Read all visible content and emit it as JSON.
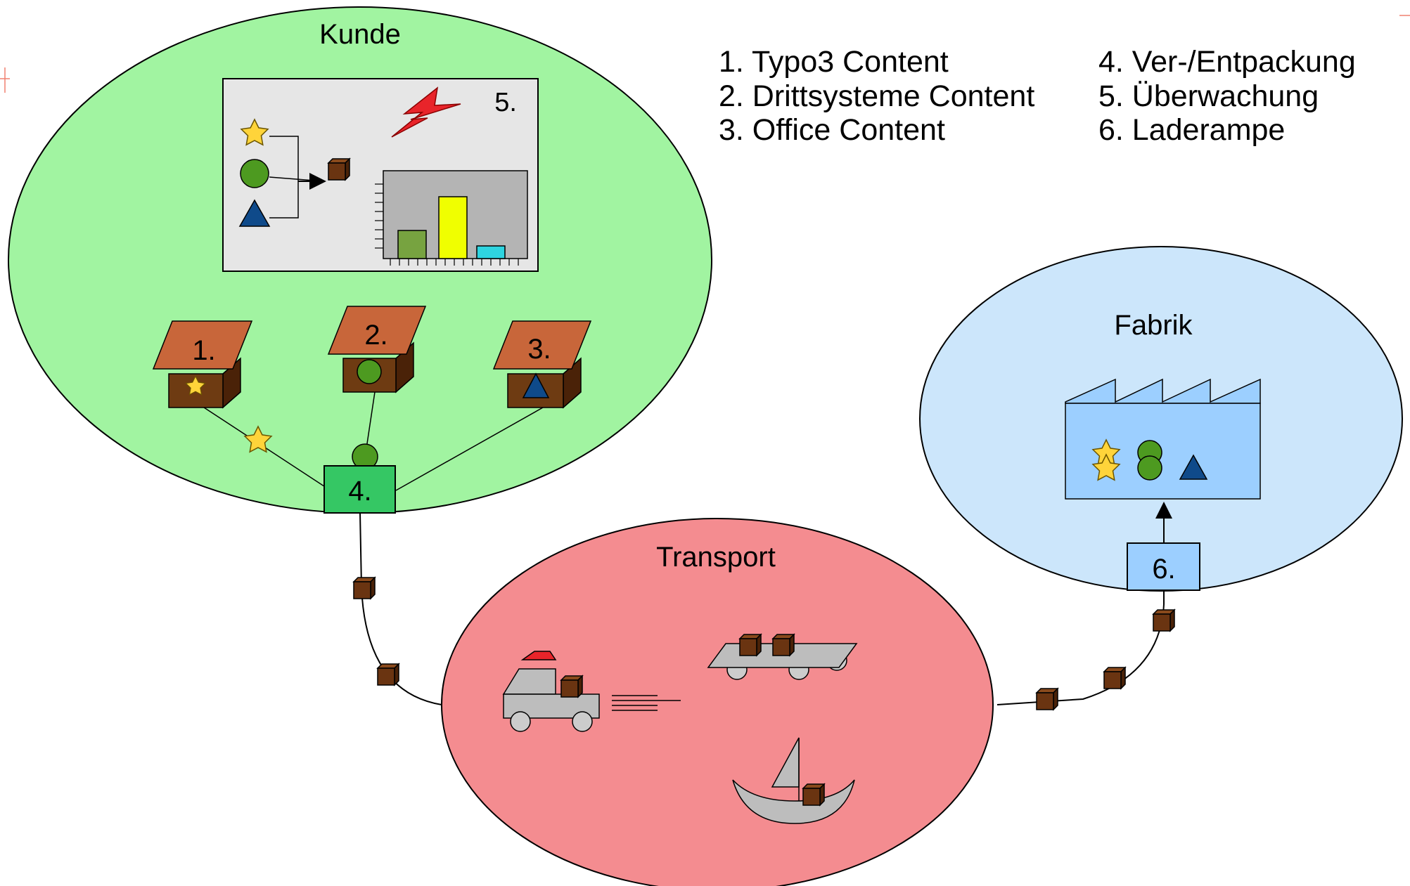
{
  "regions": {
    "kunde": {
      "title": "Kunde"
    },
    "transport": {
      "title": "Transport"
    },
    "fabrik": {
      "title": "Fabrik"
    }
  },
  "legend": {
    "left": [
      "1. Typo3 Content",
      "2. Drittsysteme Content",
      "3. Office Content"
    ],
    "right": [
      "4. Ver-/Entpackung",
      "5. Überwachung",
      "6. Laderampe"
    ]
  },
  "houses": [
    {
      "label": "1.",
      "content": "star"
    },
    {
      "label": "2.",
      "content": "circle"
    },
    {
      "label": "3.",
      "content": "triangle"
    }
  ],
  "monitor": {
    "label": "5."
  },
  "packer": {
    "label": "4."
  },
  "ramp": {
    "label": "6."
  },
  "colors": {
    "kunde_fill": "#a1f4a1",
    "transport_fill": "#f48c90",
    "fabrik_fill": "#cce6fb",
    "house_roof": "#c8663a",
    "house_body": "#6e3b12",
    "packer_fill": "#35c764",
    "ramp_fill": "#9ccfff",
    "factory_fill": "#9ccfff",
    "parcel": "#6a3411",
    "star": "#ffd43a",
    "circle": "#4d9a20",
    "triangle": "#0f4a8a"
  }
}
